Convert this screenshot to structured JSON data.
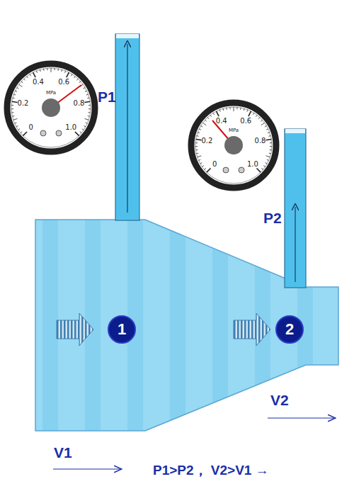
{
  "diagram": {
    "nodes": [
      {
        "text": [
          "1"
        ]
      },
      {
        "text": [
          "2"
        ]
      }
    ],
    "labels": [
      "P1",
      "P2",
      "V1",
      "V2",
      "P1>P2， V2>V1 →",
      "0",
      "0.2",
      "0.4",
      "0.6",
      "0.8",
      "1.0",
      "MPa",
      "0",
      "0.2",
      "0.4",
      "0.6",
      "0.8",
      "1.0",
      "MPa"
    ]
  }
}
